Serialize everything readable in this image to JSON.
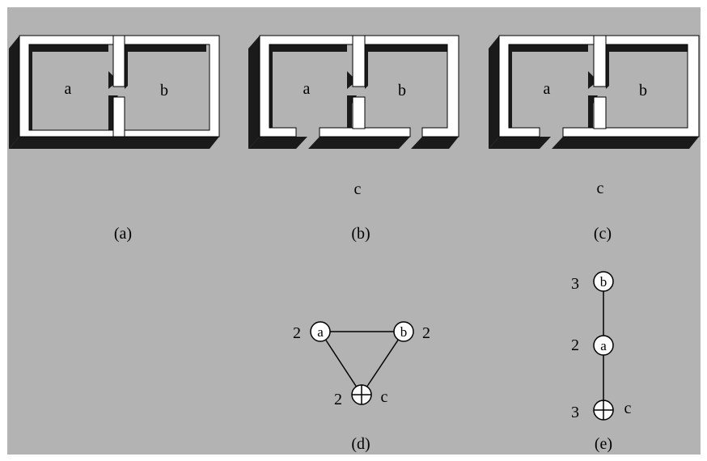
{
  "panels": [
    {
      "caption": "(a)",
      "rooms": [
        "a",
        "b"
      ],
      "outside": ""
    },
    {
      "caption": "(b)",
      "rooms": [
        "a",
        "b"
      ],
      "outside": "c"
    },
    {
      "caption": "(c)",
      "rooms": [
        "a",
        "b"
      ],
      "outside": "c"
    }
  ],
  "graphs": [
    {
      "caption": "(d)",
      "nodes": [
        {
          "id": "a",
          "label": "a",
          "degree": "2",
          "kind": "room"
        },
        {
          "id": "b",
          "label": "b",
          "degree": "2",
          "kind": "room"
        },
        {
          "id": "c",
          "label": "c",
          "degree": "2",
          "kind": "outside"
        }
      ],
      "edges": [
        [
          "a",
          "b"
        ],
        [
          "a",
          "c"
        ],
        [
          "b",
          "c"
        ]
      ]
    },
    {
      "caption": "(e)",
      "nodes": [
        {
          "id": "b",
          "label": "b",
          "degree": "3",
          "kind": "room"
        },
        {
          "id": "a",
          "label": "a",
          "degree": "2",
          "kind": "room"
        },
        {
          "id": "c",
          "label": "c",
          "degree": "3",
          "kind": "outside"
        }
      ],
      "edges": [
        [
          "b",
          "a"
        ],
        [
          "a",
          "c"
        ]
      ]
    }
  ],
  "colors": {
    "background": "#b3b3b3",
    "wall": "#ffffff",
    "shadow": "#1a1a1a",
    "line": "#000000"
  }
}
